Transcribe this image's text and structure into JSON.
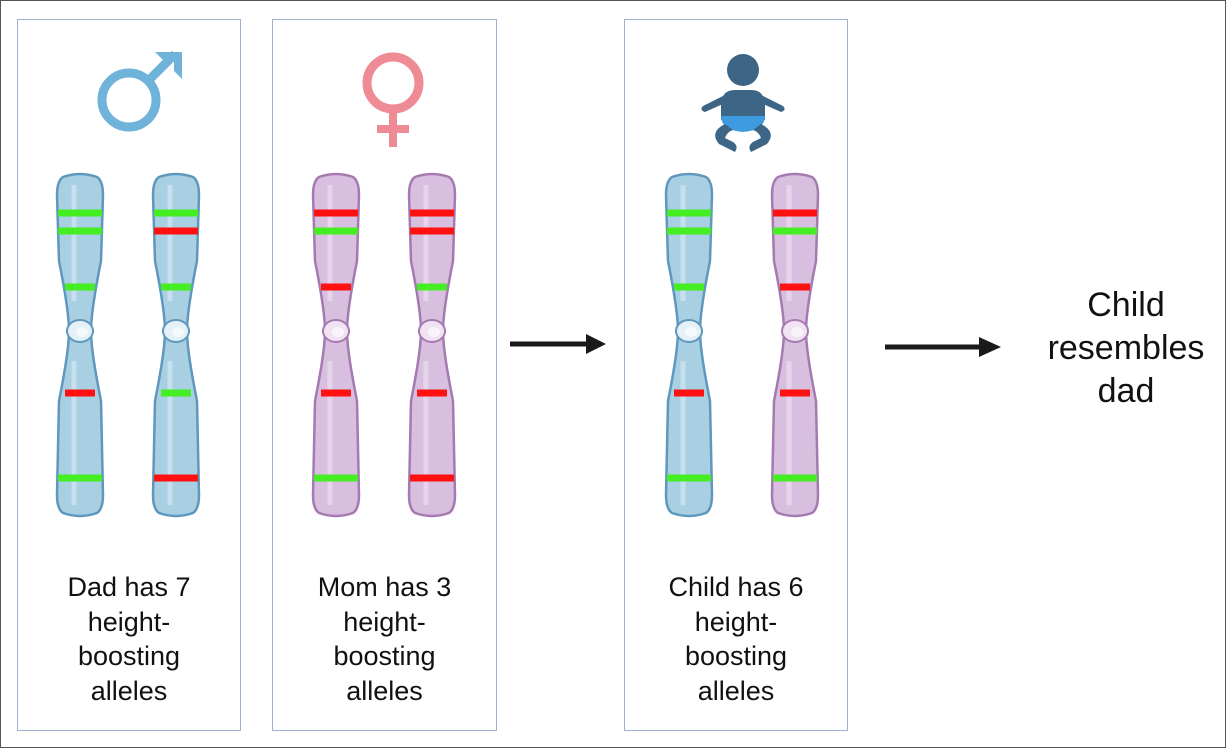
{
  "colors": {
    "dad_symbol": "#6fb3da",
    "mom_symbol": "#ef8b94",
    "baby": "#3d6686",
    "baby_diaper": "#3f9be0",
    "blue_chromosome_fill": "#a9cfe3",
    "blue_chromosome_outline": "#5f98bd",
    "purple_chromosome_fill": "#d9bfdf",
    "purple_chromosome_outline": "#a57ab1",
    "boosting_allele": "#44ee22",
    "non_boosting_allele": "#ff1111",
    "panel_border": "#9fb1d3",
    "arrow": "#1a1a1a"
  },
  "panels": [
    {
      "icon": "male-symbol-icon",
      "caption": [
        "Dad has 7",
        "height-",
        "boosting",
        "alleles"
      ],
      "chromosomes": [
        {
          "color": "blue",
          "alleles": [
            "boosting",
            "boosting",
            "boosting",
            "non-boosting",
            "boosting"
          ]
        },
        {
          "color": "blue",
          "alleles": [
            "boosting",
            "non-boosting",
            "boosting",
            "boosting",
            "non-boosting"
          ]
        }
      ]
    },
    {
      "icon": "female-symbol-icon",
      "caption": [
        "Mom has 3",
        "height-",
        "boosting",
        "alleles"
      ],
      "chromosomes": [
        {
          "color": "purple",
          "alleles": [
            "non-boosting",
            "boosting",
            "non-boosting",
            "non-boosting",
            "boosting"
          ]
        },
        {
          "color": "purple",
          "alleles": [
            "non-boosting",
            "non-boosting",
            "boosting",
            "non-boosting",
            "non-boosting"
          ]
        }
      ]
    },
    {
      "icon": "baby-icon",
      "caption": [
        "Child has 6",
        "height-",
        "boosting",
        "alleles"
      ],
      "chromosomes": [
        {
          "color": "blue",
          "alleles": [
            "boosting",
            "boosting",
            "boosting",
            "non-boosting",
            "boosting"
          ]
        },
        {
          "color": "purple",
          "alleles": [
            "non-boosting",
            "boosting",
            "non-boosting",
            "non-boosting",
            "boosting"
          ]
        }
      ]
    }
  ],
  "outcome": [
    "Child",
    "resembles",
    "dad"
  ]
}
